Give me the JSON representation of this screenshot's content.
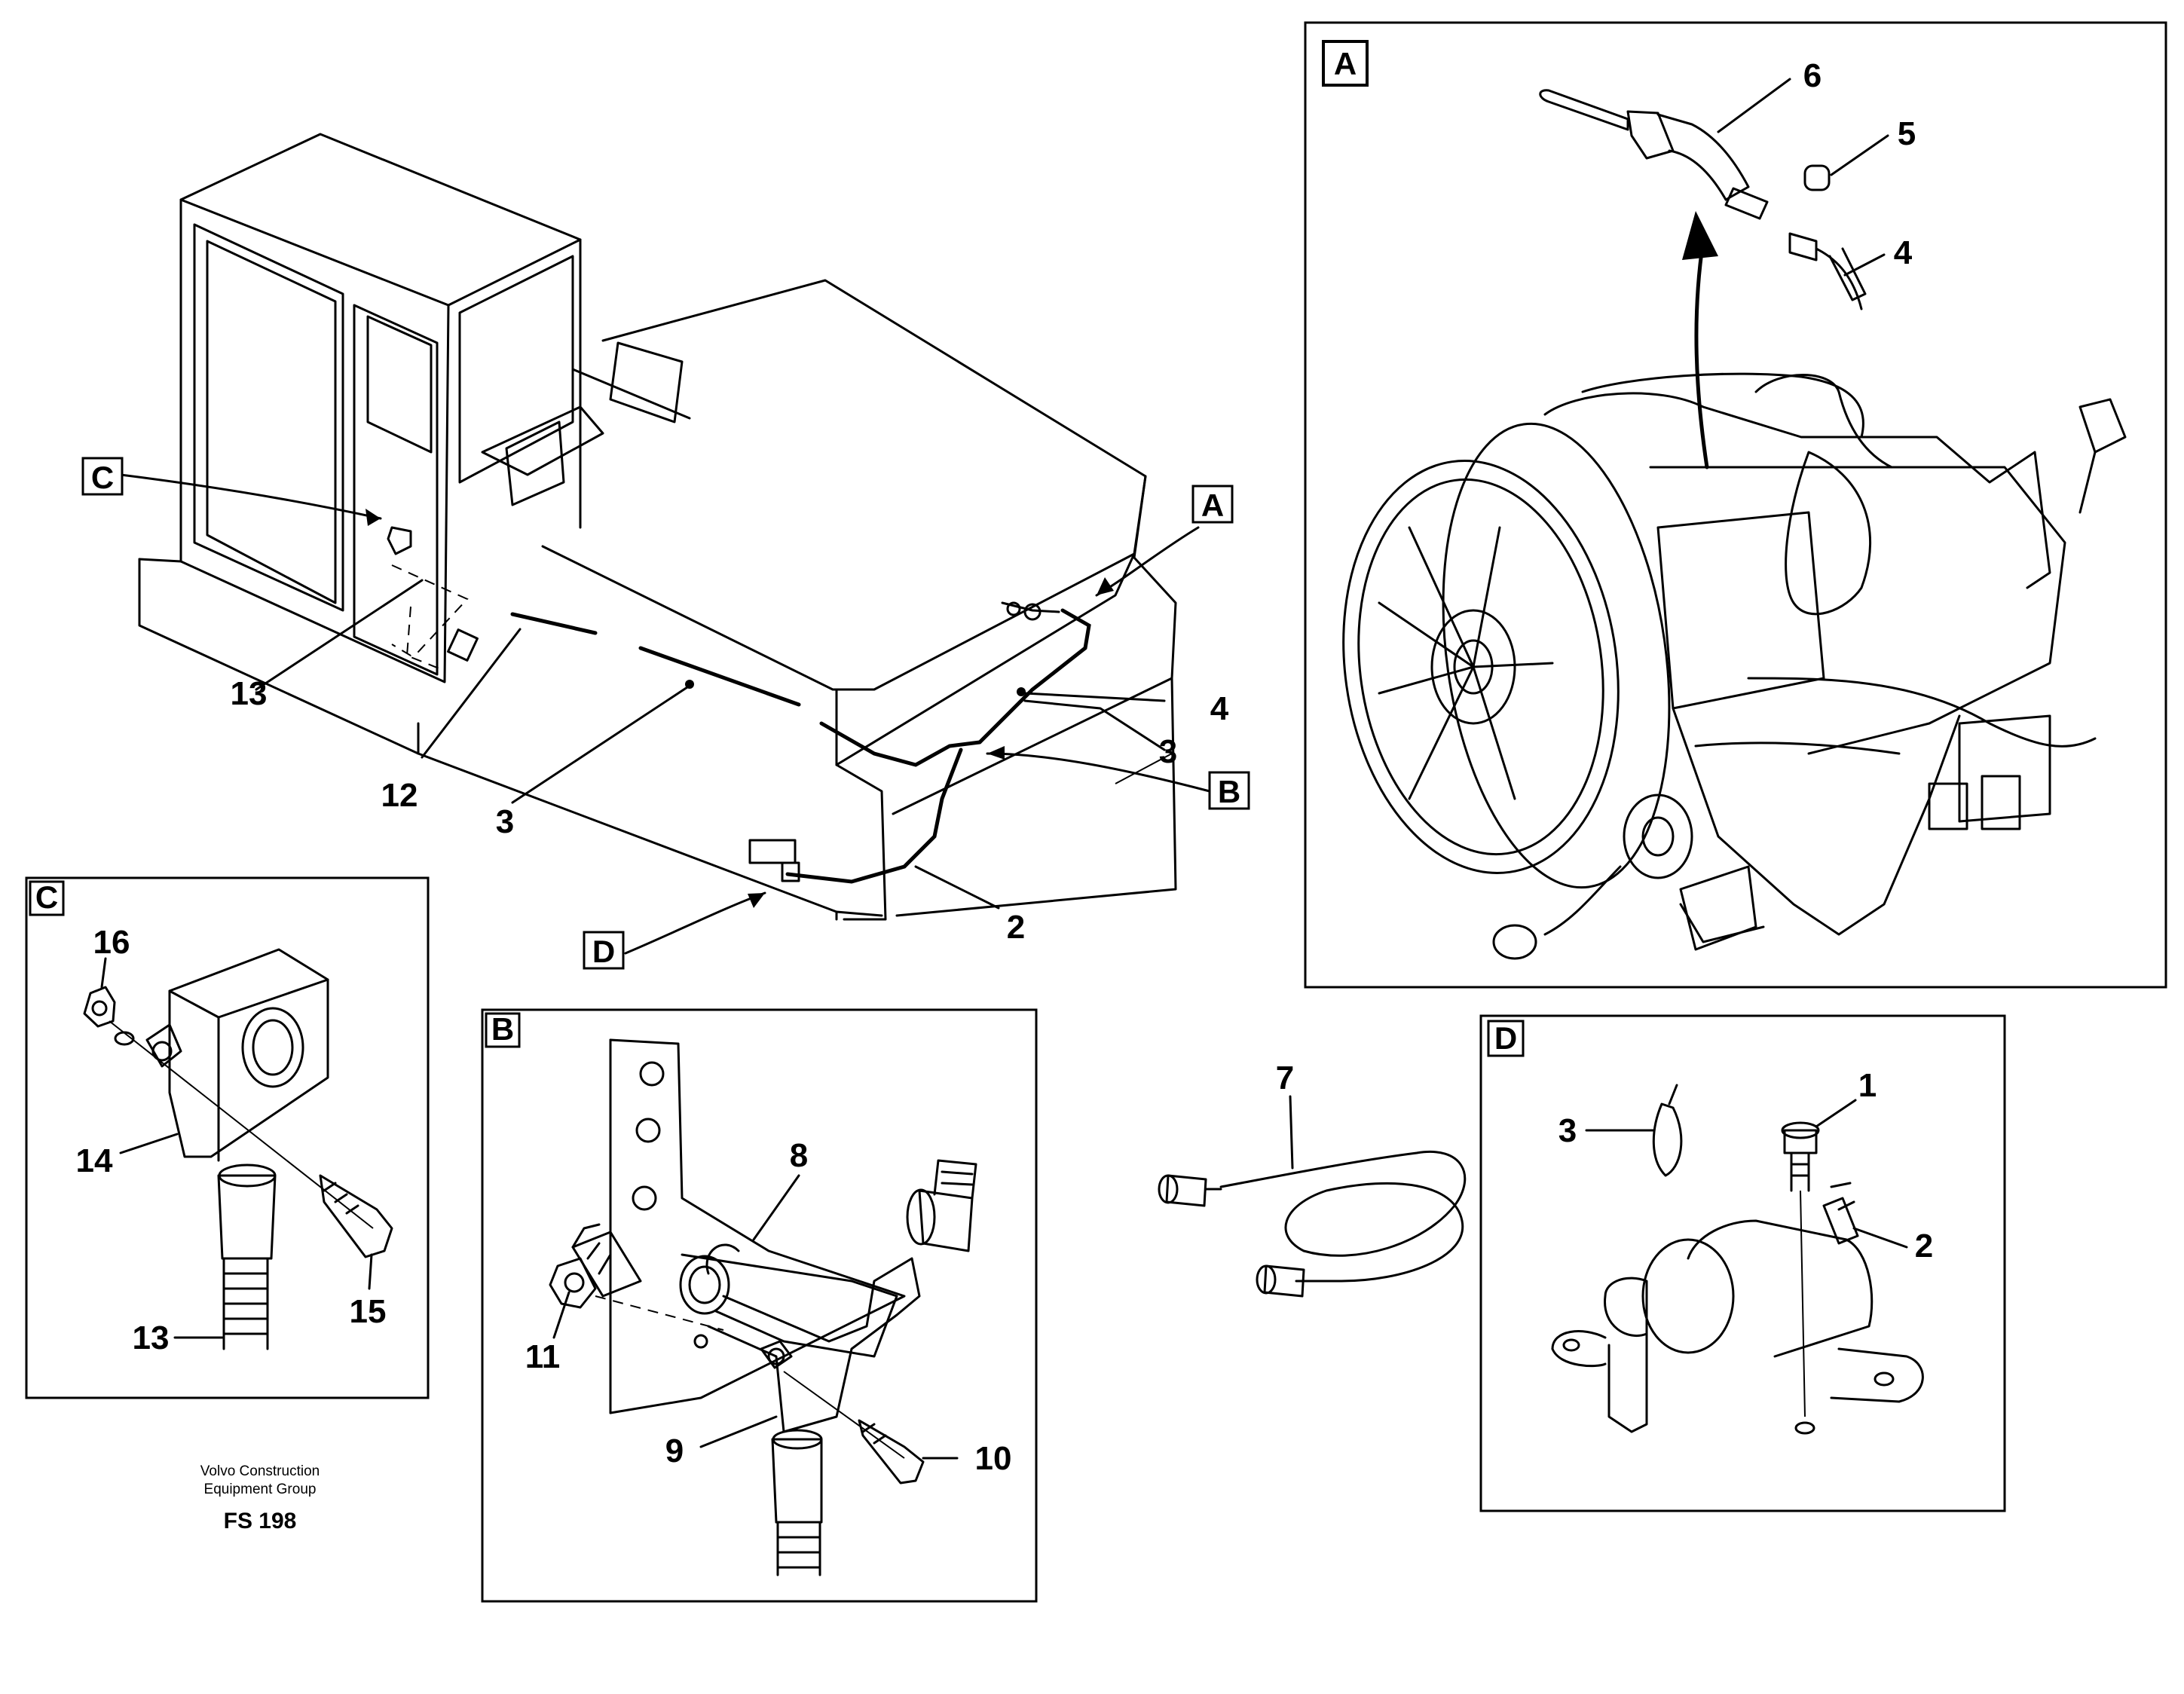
{
  "overview": {
    "callouts": {
      "A": "A",
      "B": "B",
      "C": "C",
      "D": "D"
    },
    "numbers": {
      "n13": "13",
      "n12": "12",
      "n3a": "3",
      "n3b": "3",
      "n4": "4",
      "n2": "2"
    }
  },
  "panel_a": {
    "tag": "A",
    "numbers": {
      "n6": "6",
      "n5": "5",
      "n4": "4"
    }
  },
  "panel_b": {
    "tag": "B",
    "numbers": {
      "n8": "8",
      "n11": "11",
      "n9": "9",
      "n10": "10"
    }
  },
  "panel_c": {
    "tag": "C",
    "numbers": {
      "n16": "16",
      "n14": "14",
      "n15": "15",
      "n13": "13"
    }
  },
  "panel_d": {
    "tag": "D",
    "numbers": {
      "n1": "1",
      "n3": "3",
      "n2": "2"
    }
  },
  "cable": {
    "number": "7"
  },
  "footer": {
    "line1": "Volvo Construction",
    "line2": "Equipment Group",
    "code": "FS 198"
  }
}
